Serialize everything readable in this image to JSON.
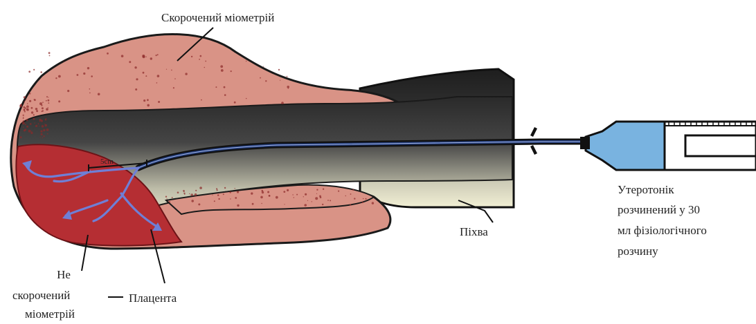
{
  "labels": {
    "contracted_myometrium": "Скорочений міометрій",
    "uterotonic": [
      "Утеротонік",
      "розчинений у 30",
      "мл фізіологічного",
      "розчину"
    ],
    "vagina": "Піхва",
    "placenta": "Плацента",
    "non_contracted": [
      "Не",
      "скорочений",
      "міометрій"
    ],
    "scale": "5cm"
  },
  "colors": {
    "myometrium": "#d99386",
    "myometrium_speckle": "#8c2a2a",
    "placenta": "#b52e33",
    "cavity_dark": "#2e2e2e",
    "cavity_light": "#f3f1d6",
    "catheter": "#223c7a",
    "fluid": "#79b3e0",
    "vessels": "#6f7fd6"
  }
}
